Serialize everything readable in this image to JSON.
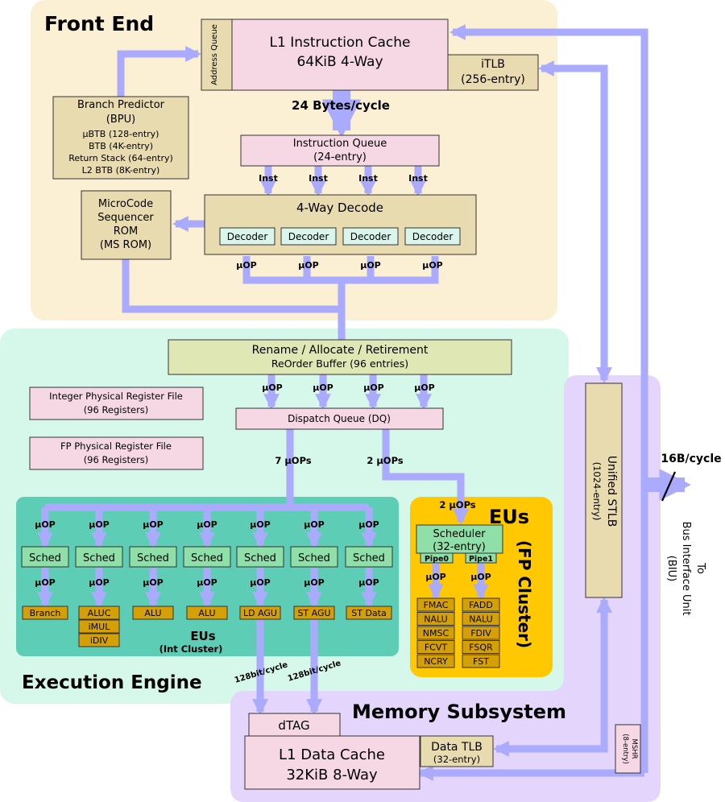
{
  "regions": {
    "front_end": "Front End",
    "execution_engine": "Execution Engine",
    "memory_subsystem": "Memory Subsystem"
  },
  "front_end": {
    "address_queue": "Address Queue",
    "l1i": {
      "line1": "L1 Instruction Cache",
      "line2": "64KiB 4-Way"
    },
    "itlb": {
      "line1": "iTLB",
      "line2": "(256-entry)"
    },
    "fetch_rate": "24 Bytes/cycle",
    "bpu": {
      "title1": "Branch Predictor",
      "title2": "(BPU)",
      "items": [
        "µBTB (128-entry)",
        "BTB (4K-entry)",
        "Return Stack (64-entry)",
        "L2 BTB (8K-entry)"
      ]
    },
    "instruction_queue": {
      "line1": "Instruction Queue",
      "line2": "(24-entry)"
    },
    "inst_labels": [
      "Inst",
      "Inst",
      "Inst",
      "Inst"
    ],
    "decode": {
      "title": "4-Way Decode",
      "decoders": [
        "Decoder",
        "Decoder",
        "Decoder",
        "Decoder"
      ]
    },
    "msrom": {
      "lines": [
        "MicroCode",
        "Sequencer",
        "ROM",
        "(MS ROM)"
      ]
    },
    "uop_labels": [
      "µOP",
      "µOP",
      "µOP",
      "µOP"
    ]
  },
  "execution": {
    "rob": {
      "line1": "Rename / Allocate / Retirement",
      "line2": "ReOrder Buffer (96 entries)"
    },
    "uop_labels": [
      "µOP",
      "µOP",
      "µOP",
      "µOP"
    ],
    "int_prf": {
      "line1": "Integer Physical Register File",
      "line2": "(96 Registers)"
    },
    "fp_prf": {
      "line1": "FP Physical Register File",
      "line2": "(96 Registers)"
    },
    "dispatch_queue": "Dispatch Queue (DQ)",
    "int_rate": "7 µOPs",
    "fp_rate": "2 µOPs",
    "int_cluster": {
      "title": "EUs",
      "subtitle": "(Int Cluster)",
      "uop_label": "µOP",
      "sched_label": "Sched",
      "units": [
        [
          "Branch"
        ],
        [
          "ALUC",
          "iMUL",
          "iDIV"
        ],
        [
          "ALU"
        ],
        [
          "ALU"
        ],
        [
          "LD AGU"
        ],
        [
          "ST AGU"
        ],
        [
          "ST Data"
        ]
      ]
    },
    "fp_cluster": {
      "title": "EUs",
      "subtitle": "(FP Cluster)",
      "in_rate": "2 µOPs",
      "scheduler": {
        "line1": "Scheduler",
        "line2": "(32-entry)"
      },
      "pipes": [
        "Pipe0",
        "Pipe1"
      ],
      "uop_label": "µOP",
      "pipe0_units": [
        "FMAC",
        "NALU",
        "NMSC",
        "FCVT",
        "NCRY"
      ],
      "pipe1_units": [
        "FADD",
        "NALU",
        "FDIV",
        "FSQR",
        "FST"
      ]
    },
    "load_rate": "128bit/cycle",
    "store_rate": "128bit/cycle"
  },
  "memory": {
    "stlb": {
      "line1": "Unified STLB",
      "line2": "(1024-entry)"
    },
    "dtag": "dTAG",
    "l1d": {
      "line1": "L1 Data Cache",
      "line2": "32KiB 8-Way"
    },
    "dtlb": {
      "line1": "Data TLB",
      "line2": "(32-entry)"
    },
    "mshr": {
      "line1": "MSHR",
      "line2": "(8-entry)"
    }
  },
  "biu": {
    "rate": "16B/cycle",
    "lines": [
      "To",
      "Bus Interface Unit",
      "(BIU)"
    ]
  },
  "colors": {
    "front_end_bg": "#fbf0d3",
    "execution_bg": "#d6f8ea",
    "memory_bg": "#e3d5fb",
    "int_cluster_bg": "#5ecdb5",
    "fp_cluster_bg": "#ffc800",
    "pink_box": "#f5d8e4",
    "tan_box": "#e8dbb0",
    "green_box": "#dfe8b5",
    "unit_box": "#d4a006",
    "sched_box": "#8ee0a8",
    "decoder_box": "#d9f5ec",
    "arrow": "#aaaaff"
  }
}
